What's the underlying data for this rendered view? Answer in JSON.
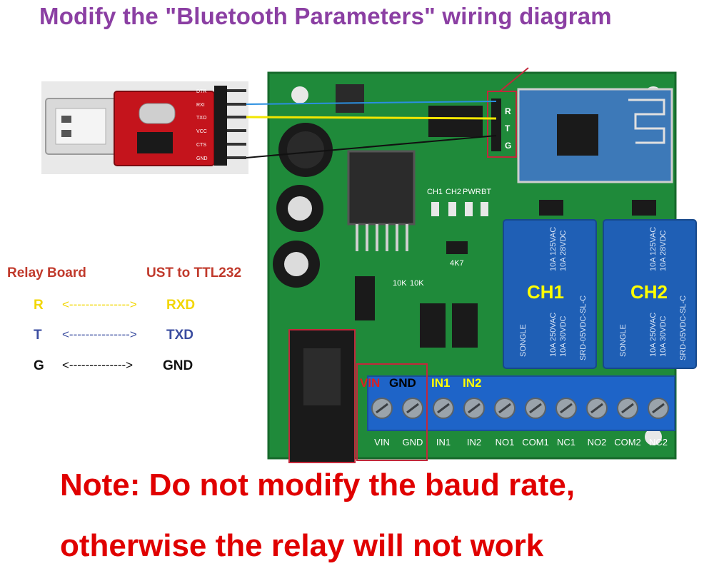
{
  "title": "Modify the \"Bluetooth Parameters\" wiring diagram",
  "usb_adapter": {
    "pin_labels": [
      "DTR",
      "RXI",
      "TXO",
      "VCC",
      "CTS",
      "GND"
    ]
  },
  "bt_header_labels": [
    "R",
    "T",
    "G"
  ],
  "legend": {
    "left_header": "Relay Board",
    "right_header": "UST to TTL232",
    "rows": [
      {
        "left": "R",
        "arrow": "<--------------->",
        "right": "RXD",
        "color": "#f2d600"
      },
      {
        "left": "T",
        "arrow": "<--------------->",
        "right": "TXD",
        "color": "#3b4da0"
      },
      {
        "left": "G",
        "arrow": "<-------------->",
        "right": "GND",
        "color": "#111111"
      }
    ]
  },
  "board": {
    "led_labels": [
      "CH1",
      "CH2",
      "PWR",
      "BT"
    ],
    "resistor_labels": [
      "10K",
      "10K"
    ],
    "small_label": "4K7",
    "relays": [
      {
        "channel_label": "CH1",
        "brand": "SONGLE",
        "model": "SRD-05VDC-SL-C",
        "specs": [
          "10A 250VAC",
          "10A 125VAC",
          "10A 30VDC",
          "10A 28VDC"
        ]
      },
      {
        "channel_label": "CH2",
        "brand": "SONGLE",
        "model": "SRD-05VDC-SL-C",
        "specs": [
          "10A 250VAC",
          "10A 125VAC",
          "10A 30VDC",
          "10A 28VDC"
        ]
      }
    ],
    "input_labels": [
      "VIN",
      "GND",
      "IN1",
      "IN2"
    ],
    "terminal_labels": [
      "VIN",
      "GND",
      "IN1",
      "IN2",
      "NO1",
      "COM1",
      "NC1",
      "NO2",
      "COM2",
      "NC2"
    ]
  },
  "note_lines": [
    "Note: Do not modify the baud rate,",
    "otherwise the relay will not work"
  ],
  "colors": {
    "title": "#8b3fa3",
    "note": "#e00000",
    "pcb": "#1f8a3a",
    "relay": "#1f5fb5",
    "wire_rx": "#f2e600",
    "wire_tx": "#2a8fe0",
    "wire_gnd": "#111111"
  }
}
